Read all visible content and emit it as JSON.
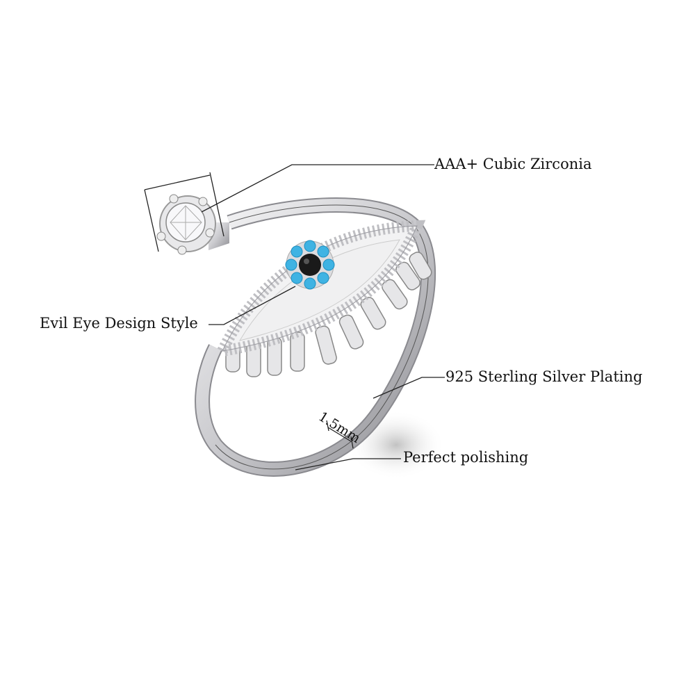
{
  "annotations": {
    "stone": "AAA+ Cubic Zirconia",
    "design": "Evil Eye Design Style",
    "material": "925 Sterling Silver Plating",
    "width": "1.5mm",
    "finish": "Perfect polishing"
  },
  "colors": {
    "silver": "#d9d9dc",
    "turquoise": "#3fb3e3",
    "center_stone": "#1a1a1a",
    "line": "#222222"
  }
}
